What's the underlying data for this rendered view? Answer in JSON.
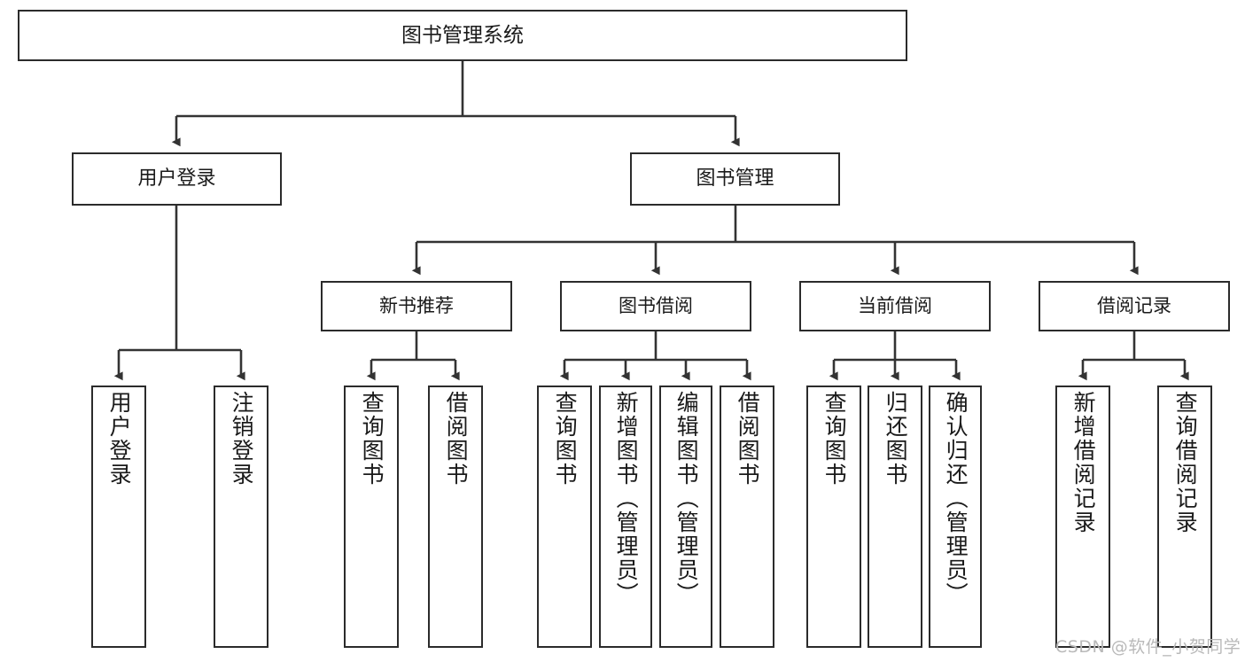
{
  "diagram": {
    "title": "图书管理系统",
    "type": "hierarchy-tree",
    "watermark": "CSDN @软件_小贺同学",
    "colors": {
      "box_border": "#2b2b2b",
      "box_fill": "#ffffff",
      "connector": "#333333",
      "text": "#1a1a1a",
      "watermark": "#b9b9b9"
    },
    "levels": {
      "root": {
        "label": "图书管理系统"
      },
      "level2": [
        {
          "label": "用户登录"
        },
        {
          "label": "图书管理"
        }
      ],
      "level3": [
        {
          "label": "新书推荐"
        },
        {
          "label": "图书借阅"
        },
        {
          "label": "当前借阅"
        },
        {
          "label": "借阅记录"
        }
      ],
      "leaves": [
        {
          "label": "用户登录",
          "parent": "用户登录"
        },
        {
          "label": "注销登录",
          "parent": "用户登录"
        },
        {
          "label": "查询图书",
          "parent": "新书推荐"
        },
        {
          "label": "借阅图书",
          "parent": "新书推荐"
        },
        {
          "label": "查询图书",
          "parent": "图书借阅"
        },
        {
          "label": "新增图书（管理员）",
          "parent": "图书借阅"
        },
        {
          "label": "编辑图书（管理员）",
          "parent": "图书借阅"
        },
        {
          "label": "借阅图书",
          "parent": "图书借阅"
        },
        {
          "label": "查询图书",
          "parent": "当前借阅"
        },
        {
          "label": "归还图书",
          "parent": "当前借阅"
        },
        {
          "label": "确认归还（管理员）",
          "parent": "当前借阅"
        },
        {
          "label": "新增借阅记录",
          "parent": "借阅记录"
        },
        {
          "label": "查询借阅记录",
          "parent": "借阅记录"
        }
      ]
    }
  }
}
